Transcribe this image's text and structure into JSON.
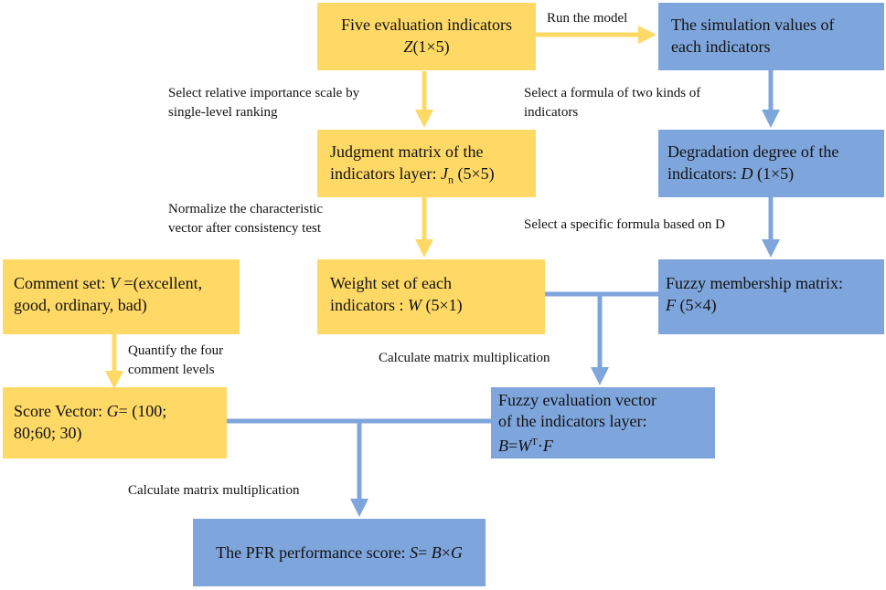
{
  "colors": {
    "yellow_box": "#FFD966",
    "blue_box": "#7FA6DC",
    "yellow_arrow": "#FFD966",
    "blue_arrow": "#7FA6DC"
  },
  "nodes": {
    "indicators": {
      "line1": "Five evaluation indicators",
      "var": "Z",
      "dim": "(1×5)"
    },
    "simulation": {
      "line1": "The simulation values of",
      "line2": "each indicators"
    },
    "judgment": {
      "line1": "Judgment matrix of the",
      "line2_pre": "indicators layer: ",
      "var": "J",
      "sub": "n",
      "dim": " (5×5)"
    },
    "degradation": {
      "line1": "Degradation degree of the",
      "line2_pre": "indicators: ",
      "var": "D",
      "dim": " (1×5)"
    },
    "comment": {
      "line1_pre": "Comment set: ",
      "var": "V",
      "line1_post": " =(excellent,",
      "line2": "good, ordinary, bad)"
    },
    "weight": {
      "line1": "Weight set of each",
      "line2_pre": "indicators : ",
      "var": "W",
      "dim": " (5×1)"
    },
    "fuzzy_matrix": {
      "line1": "Fuzzy membership matrix:",
      "var": "F",
      "dim": " (5×4)"
    },
    "score_vector": {
      "line1_pre": "Score Vector: ",
      "var": "G",
      "line1_post": "= (100;",
      "line2": "80;60; 30)"
    },
    "fuzzy_vector": {
      "line1": "Fuzzy evaluation  vector",
      "line2": "of the indicators layer:",
      "var_b": "B",
      "eq": "=",
      "var_w": "W",
      "sup_t": "T",
      "dot": "·",
      "var_f": "F"
    },
    "pfr_score": {
      "text_pre": "The PFR performance score: ",
      "var_s": "S",
      "eq": "= ",
      "var_b": "B",
      "times": "×",
      "var_g": "G"
    }
  },
  "edge_labels": {
    "run_model": "Run the model",
    "select_scale": {
      "line1": "Select relative importance scale by",
      "line2": "single-level ranking"
    },
    "select_formula_two": {
      "line1": "Select a formula of two kinds of",
      "line2": "indicators"
    },
    "normalize": {
      "line1": "Normalize the characteristic",
      "line2": "vector after consistency test"
    },
    "select_specific": "Select a specific formula based on D",
    "quantify": {
      "line1": "Quantify the four",
      "line2": "comment levels"
    },
    "calc_mult_1": "Calculate matrix multiplication",
    "calc_mult_2": "Calculate matrix multiplication"
  }
}
